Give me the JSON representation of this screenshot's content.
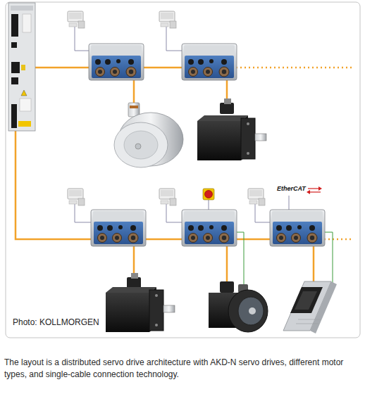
{
  "diagram": {
    "caption": "The layout is a distributed servo drive architecture with AKD-N servo drives, different motor types, and single-cable connection technology.",
    "labels": [
      "Photo: KOLLMORGEN",
      "EtherCAT"
    ]
  }
}
